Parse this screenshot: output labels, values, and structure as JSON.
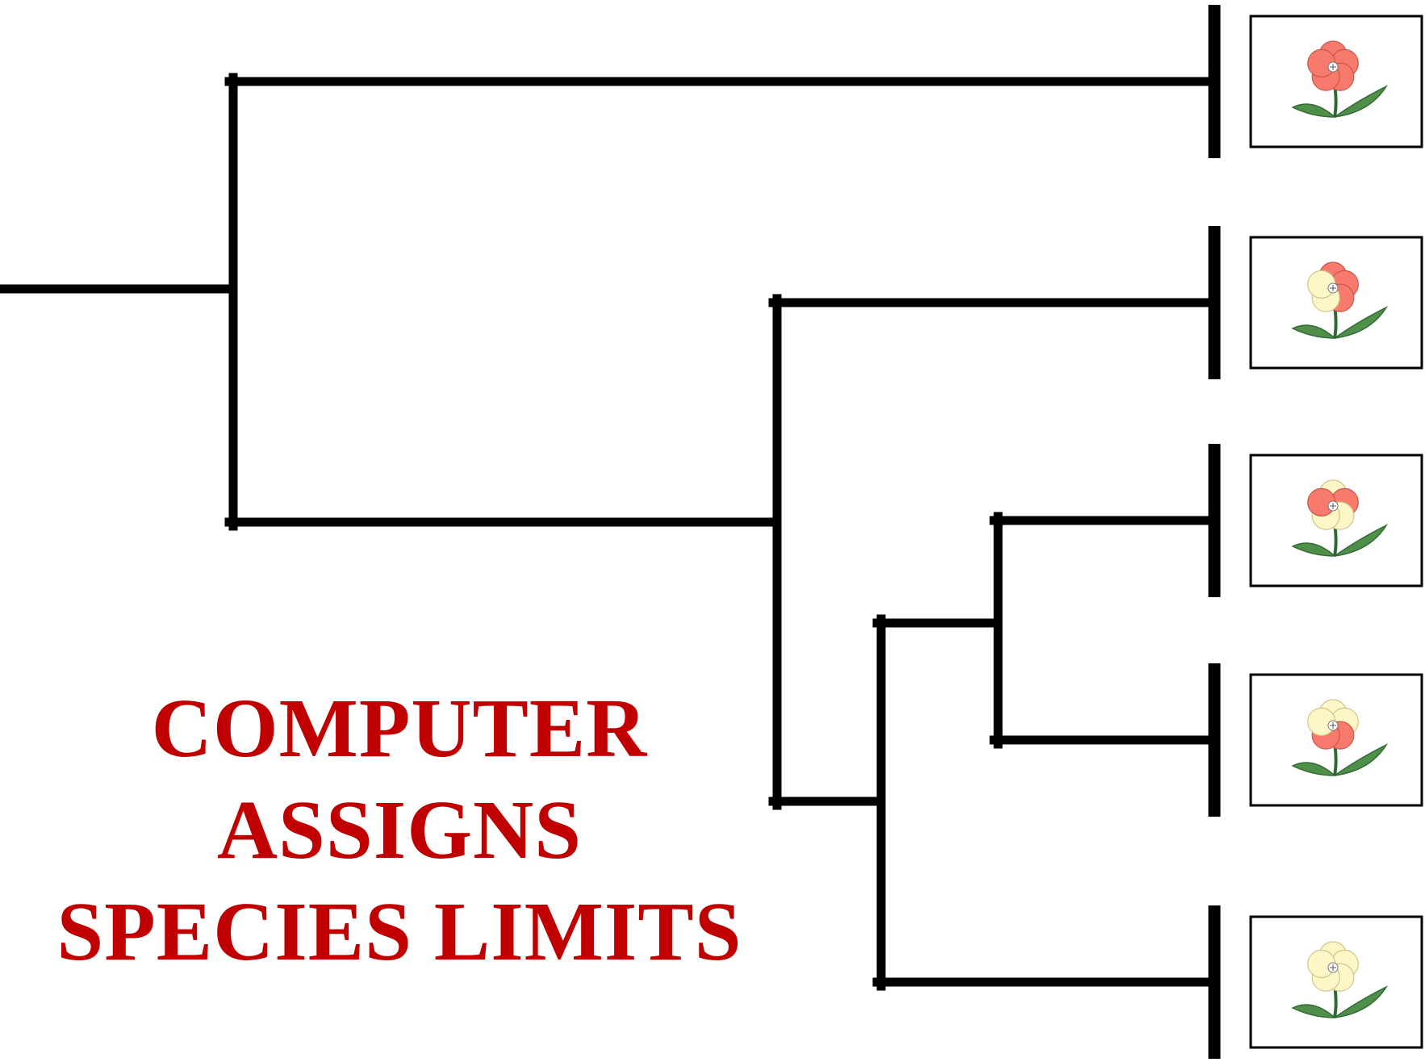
{
  "caption": {
    "lines": [
      "COMPUTER",
      "ASSIGNS",
      "SPECIES LIMITS"
    ],
    "color": "#c00000"
  },
  "colors": {
    "line": "#000000",
    "petal_red": "#f87a6d",
    "petal_red_stroke": "#c9564a",
    "petal_cream": "#fdf7c7",
    "petal_cream_stroke": "#cfc48a",
    "leaf": "#4f8f4a",
    "leaf_stroke": "#2f6a34",
    "box_border": "#000000",
    "box_fill": "#ffffff"
  },
  "tips": [
    {
      "icon": "flower-icon",
      "petals": [
        "red",
        "red",
        "red",
        "red",
        "red"
      ]
    },
    {
      "icon": "flower-icon",
      "petals": [
        "red",
        "red",
        "red",
        "cream",
        "cream"
      ]
    },
    {
      "icon": "flower-icon",
      "petals": [
        "cream",
        "red",
        "cream",
        "cream",
        "red"
      ]
    },
    {
      "icon": "flower-icon",
      "petals": [
        "cream",
        "cream",
        "red",
        "red",
        "cream"
      ]
    },
    {
      "icon": "flower-icon",
      "petals": [
        "cream",
        "cream",
        "cream",
        "cream",
        "cream"
      ]
    }
  ]
}
